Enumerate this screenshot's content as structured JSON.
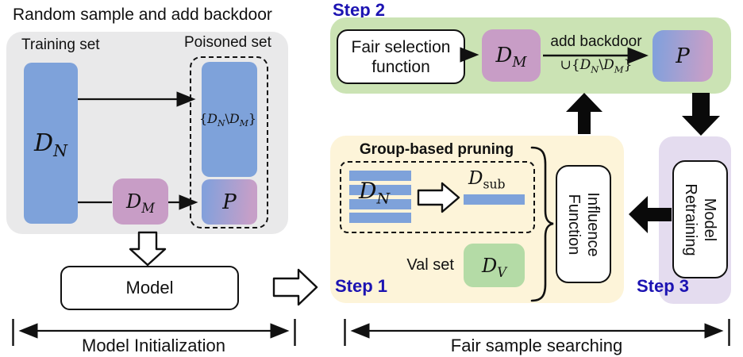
{
  "colors": {
    "gray_panel": "#e9e9ea",
    "green_panel": "#cbe3b4",
    "cream_panel": "#fdf4d9",
    "purple_panel": "#e4dcef",
    "blue_box": "#7ea2da",
    "pink_box": "#c89dc6",
    "green_box": "#b4dba6",
    "step_label_blue": "#1c13b2"
  },
  "left": {
    "title": "Random sample and add backdoor",
    "training_set_label": "Training set",
    "poisoned_set_label": "Poisoned set",
    "dn": {
      "base": "D",
      "sub": "N"
    },
    "dm": {
      "base": "D",
      "sub": "M"
    },
    "setdiff": {
      "open": "{",
      "b1": "D",
      "s1": "N",
      "slash": "\\",
      "b2": "D",
      "s2": "M",
      "close": "}"
    },
    "p_label": "P",
    "model_label": "Model",
    "bracket_label": "Model Initialization"
  },
  "right": {
    "step1_label": "Step 1",
    "step2_label": "Step 2",
    "step3_label": "Step 3",
    "fair_selection": {
      "line1": "Fair selection",
      "line2": "function"
    },
    "dm": {
      "base": "D",
      "sub": "M"
    },
    "add_backdoor_label": "add backdoor",
    "union": {
      "prefix": "∪{",
      "b1": "D",
      "s1": "N",
      "slash": "\\",
      "b2": "D",
      "s2": "M",
      "close": "}"
    },
    "p_label": "P",
    "group_pruning_label": "Group-based pruning",
    "dn": {
      "base": "D",
      "sub": "N"
    },
    "dsub": {
      "base": "D",
      "sub": "sub"
    },
    "val_set_label": "Val set",
    "dv": {
      "base": "D",
      "sub": "V"
    },
    "influence": {
      "line1": "Influence",
      "line2": "Function"
    },
    "retraining": {
      "line1": "Model",
      "line2": "Retraining"
    },
    "bracket_label": "Fair sample searching"
  }
}
